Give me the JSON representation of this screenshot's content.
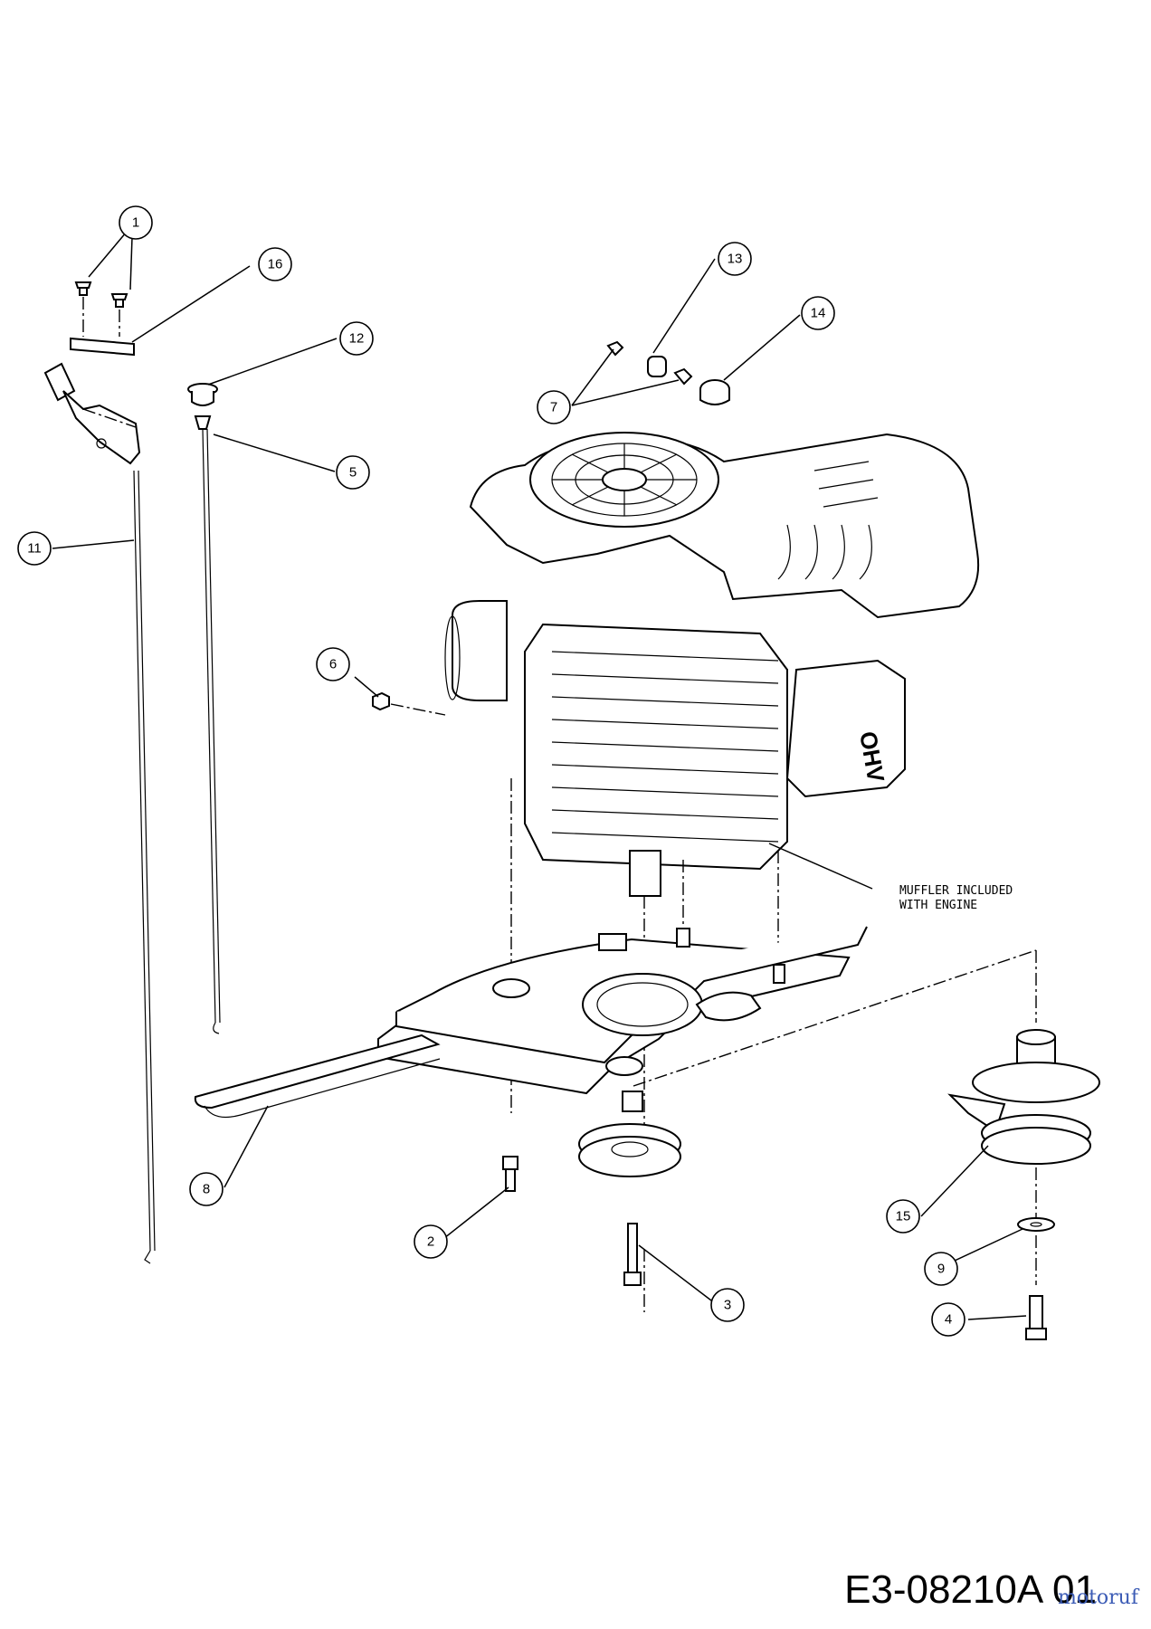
{
  "callouts": [
    {
      "label": "1"
    },
    {
      "label": "16"
    },
    {
      "label": "12"
    },
    {
      "label": "5"
    },
    {
      "label": "11"
    },
    {
      "label": "13"
    },
    {
      "label": "14"
    },
    {
      "label": "7"
    },
    {
      "label": "6"
    },
    {
      "label": "8"
    },
    {
      "label": "2"
    },
    {
      "label": "3"
    },
    {
      "label": "15"
    },
    {
      "label": "9"
    },
    {
      "label": "4"
    }
  ],
  "note": {
    "line1": "MUFFLER INCLUDED",
    "line2": "WITH ENGINE"
  },
  "engine_mark": "OHV",
  "drawing_code": "E3-08210A 01",
  "watermark": "motoruf",
  "watermark_color": "#3b5bb5",
  "watermark_accent": "#e8a21a"
}
